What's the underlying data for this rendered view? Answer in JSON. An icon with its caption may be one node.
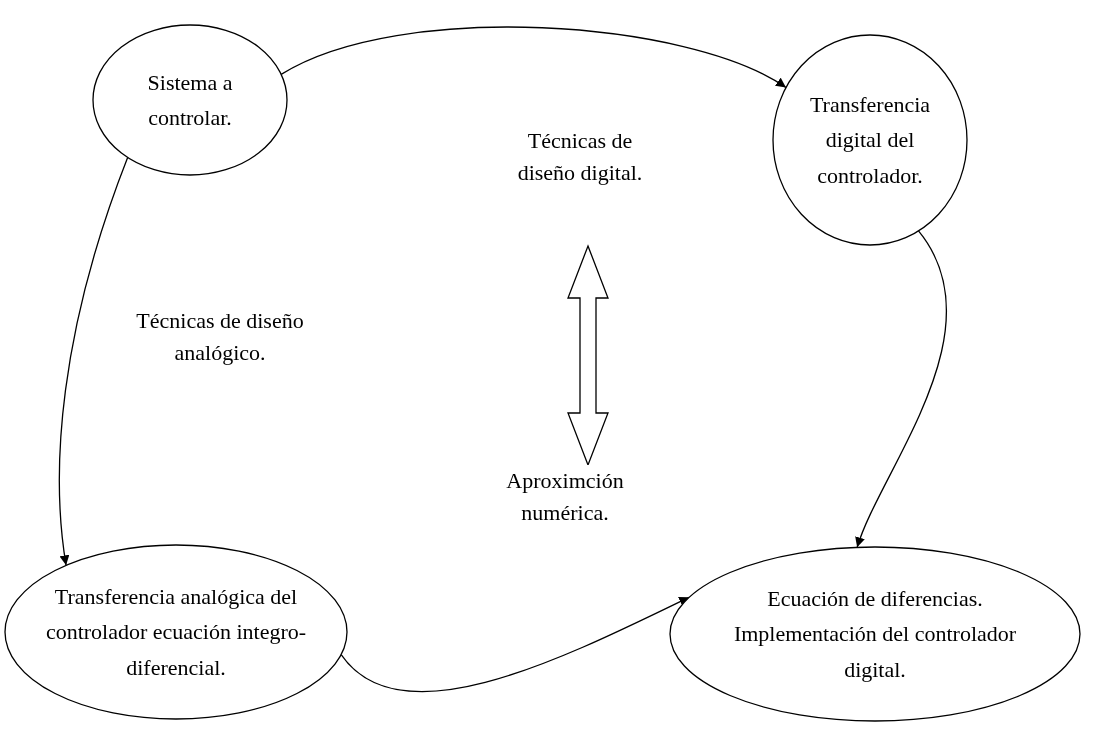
{
  "diagram": {
    "nodes": [
      {
        "text": [
          "Sistema a controlar."
        ]
      },
      {
        "text": [
          "Transferencia digital del controlador."
        ]
      },
      {
        "text": [
          "Transferencia analógica del controlador ecuación integro-diferencial."
        ]
      },
      {
        "text": [
          "Ecuación de diferencias.",
          "Implementación del controlador digital."
        ]
      }
    ],
    "edges": [
      {
        "from": 0,
        "to": 1,
        "arrow": "to",
        "label": "Técnicas de diseño digital."
      },
      {
        "from": 0,
        "to": 2,
        "arrow": "to",
        "label": "Técnicas de diseño analógico."
      },
      {
        "from": 1,
        "to": 3,
        "arrow": "to"
      },
      {
        "from": 2,
        "to": 3,
        "arrow": "to",
        "label": "Aproximción numérica."
      }
    ]
  }
}
